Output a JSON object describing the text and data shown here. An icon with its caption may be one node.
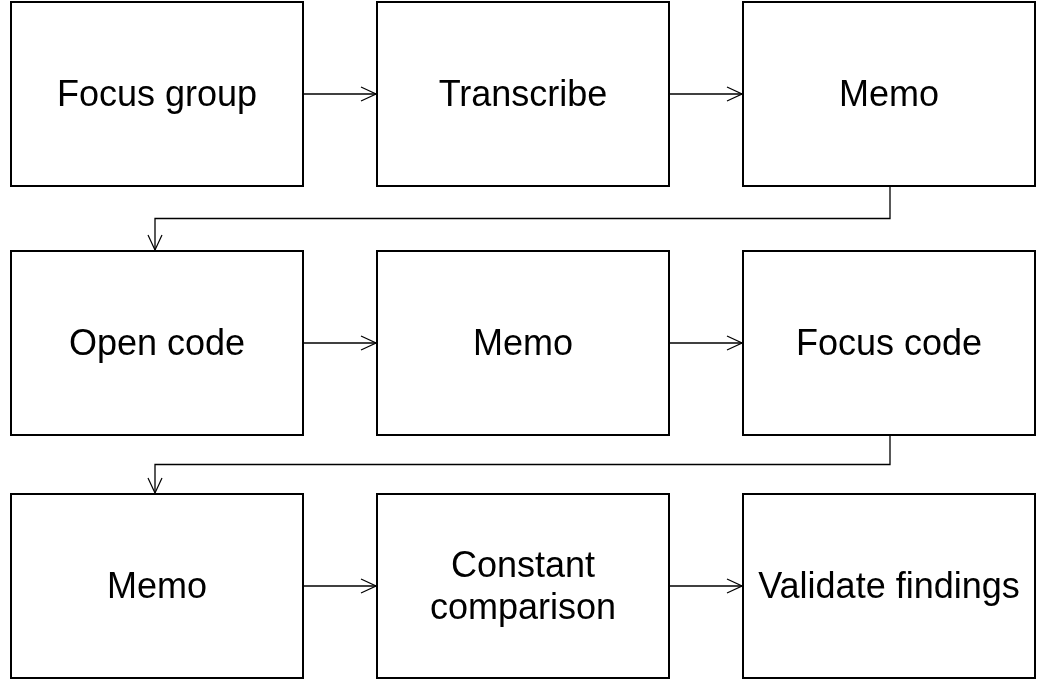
{
  "diagram": {
    "nodes": [
      {
        "text": [
          "Focus group"
        ]
      },
      {
        "text": [
          "Transcribe"
        ]
      },
      {
        "text": [
          "Memo"
        ]
      },
      {
        "text": [
          "Open code"
        ]
      },
      {
        "text": [
          "Memo"
        ]
      },
      {
        "text": [
          "Focus code"
        ]
      },
      {
        "text": [
          "Memo"
        ]
      },
      {
        "text": [
          "Constant comparison"
        ]
      },
      {
        "text": [
          "Validate findings"
        ]
      }
    ],
    "edges": [
      {
        "from": 0,
        "to": 1,
        "arrow": "to"
      },
      {
        "from": 1,
        "to": 2,
        "arrow": "to"
      },
      {
        "from": 2,
        "to": 3,
        "arrow": "to"
      },
      {
        "from": 3,
        "to": 4,
        "arrow": "to"
      },
      {
        "from": 4,
        "to": 5,
        "arrow": "to"
      },
      {
        "from": 5,
        "to": 6,
        "arrow": "to"
      },
      {
        "from": 6,
        "to": 7,
        "arrow": "to"
      },
      {
        "from": 7,
        "to": 8,
        "arrow": "to"
      }
    ]
  }
}
